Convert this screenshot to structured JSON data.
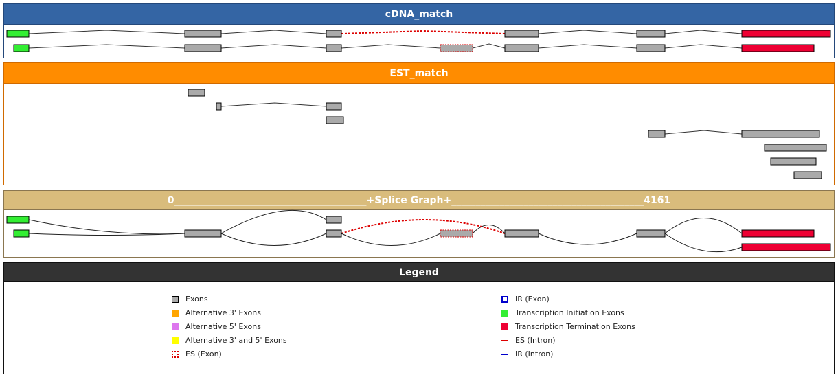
{
  "panels": {
    "cdna": {
      "title": "cDNA_match",
      "color": "#3465a4"
    },
    "est": {
      "title": "EST_match",
      "color": "#ff8c00"
    },
    "splice": {
      "start": "0",
      "title": "+Splice Graph+",
      "end": "4161",
      "separator": "________________________________________",
      "color": "#d9bc7c"
    },
    "legend": {
      "title": "Legend",
      "color": "#333333"
    }
  },
  "legend": {
    "items": [
      {
        "label": "Exons",
        "icon": "gray-box",
        "color": "#aaaaaa"
      },
      {
        "label": "Alternative 3' Exons",
        "icon": "orange-box",
        "color": "#ffa500"
      },
      {
        "label": "Alternative 5' Exons",
        "icon": "violet-box",
        "color": "#dd77ee"
      },
      {
        "label": "Alternative 3' and 5' Exons",
        "icon": "yellow-box",
        "color": "#ffff00"
      },
      {
        "label": "ES (Exon)",
        "icon": "red-dashed-box",
        "color": "#dd0000"
      },
      {
        "label": "IR (Exon)",
        "icon": "blue-outline-box",
        "color": "#0000cc"
      },
      {
        "label": "Transcription Initiation Exons",
        "icon": "green-box",
        "color": "#33ee33"
      },
      {
        "label": "Transcription Termination Exons",
        "icon": "red-box",
        "color": "#ee0033"
      },
      {
        "label": "ES (Intron)",
        "icon": "red-dashed-line",
        "color": "#dd0000"
      },
      {
        "label": "IR (Intron)",
        "icon": "blue-line",
        "color": "#0000cc"
      }
    ]
  }
}
